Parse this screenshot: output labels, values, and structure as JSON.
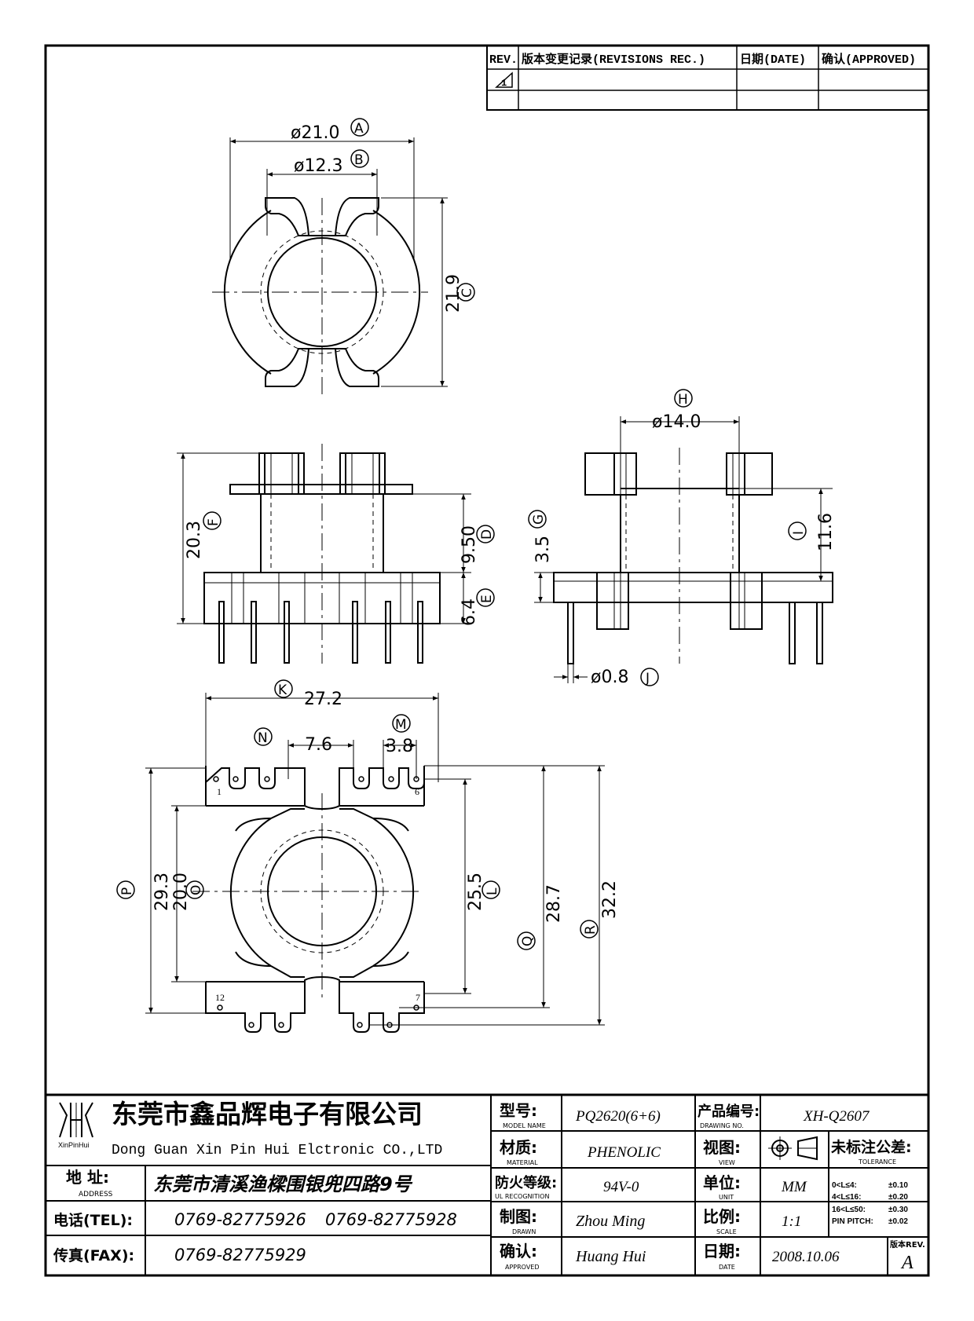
{
  "revision_table": {
    "rev_header": "REV.",
    "record_header": "版本变更记录(REVISIONS REC.)",
    "date_header": "日期(DATE)",
    "approved_header": "确认(APPROVED)",
    "rev_mark": "1"
  },
  "top_view": {
    "dim_a": "ø21.0",
    "tag_a": "A",
    "dim_b": "ø12.3",
    "tag_b": "B",
    "dim_c": "21.9",
    "tag_c": "C"
  },
  "front_view": {
    "dim_f": "20.3",
    "tag_f": "F",
    "dim_d": "9.50",
    "tag_d": "D",
    "dim_e": "6.4",
    "tag_e": "E"
  },
  "side_view": {
    "dim_h": "ø14.0",
    "tag_h": "H",
    "dim_g": "3.5",
    "tag_g": "G",
    "dim_i": "11.6",
    "tag_i": "I",
    "dim_j": "ø0.8",
    "tag_j": "J"
  },
  "bottom_view": {
    "dim_k": "27.2",
    "tag_k": "K",
    "dim_n": "7.6",
    "tag_n": "N",
    "dim_m": "3.8",
    "tag_m": "M",
    "dim_p": "29.3",
    "tag_p": "P",
    "dim_o": "20.0",
    "tag_o": "O",
    "dim_l": "25.5",
    "tag_l": "L",
    "dim_q": "28.7",
    "tag_q": "Q",
    "dim_r": "32.2",
    "tag_r": "R",
    "pin_1": "1",
    "pin_6": "6",
    "pin_7": "7",
    "pin_12": "12"
  },
  "title_block": {
    "logo_text": "XinPinHui",
    "company_cn": "东莞市鑫品辉电子有限公司",
    "company_en": "Dong Guan Xin Pin Hui Elctronic CO.,LTD",
    "address_label": "地 址:",
    "address_sub": "ADDRESS",
    "address_value": "东莞市清溪渔樑围银兜四路9号",
    "tel_label": "电话(TEL):",
    "tel_value_1": "0769-82775926",
    "tel_value_2": "0769-82775928",
    "fax_label": "传真(FAX):",
    "fax_value": "0769-82775929",
    "model_label": "型号:",
    "model_sub": "MODEL NAME",
    "model_value": "PQ2620(6+6)",
    "material_label": "材质:",
    "material_sub": "MATERIAL",
    "material_value": "PHENOLIC",
    "fire_label": "防火等级:",
    "fire_sub": "UL RECOGNITION",
    "fire_value": "94V-0",
    "drawn_label": "制图:",
    "drawn_sub": "DRAWN",
    "drawn_value": "Zhou Ming",
    "approved_label": "确认:",
    "approved_sub": "APPROVED",
    "approved_value": "Huang Hui",
    "drawing_no_label": "产品编号:",
    "drawing_no_sub": "DRAWING NO.",
    "drawing_no_value": "XH-Q2607",
    "view_label": "视图:",
    "view_sub": "VIEW",
    "unit_label": "单位:",
    "unit_sub": "UNIT",
    "unit_value": "MM",
    "scale_label": "比例:",
    "scale_sub": "SCALE",
    "scale_value": "1:1",
    "date_label": "日期:",
    "date_sub": "DATE",
    "date_value": "2008.10.06",
    "tolerance_label": "未标注公差:",
    "tolerance_sub": "TOLERANCE",
    "tol_rows": [
      {
        "range": "0<L≤4:",
        "value": "±0.10"
      },
      {
        "range": "4<L≤16:",
        "value": "±0.20"
      },
      {
        "range": "16<L≤50:",
        "value": "±0.30"
      },
      {
        "range": "PIN PITCH:",
        "value": "±0.02"
      }
    ],
    "rev_label": "版本REV.",
    "rev_value": "A"
  }
}
